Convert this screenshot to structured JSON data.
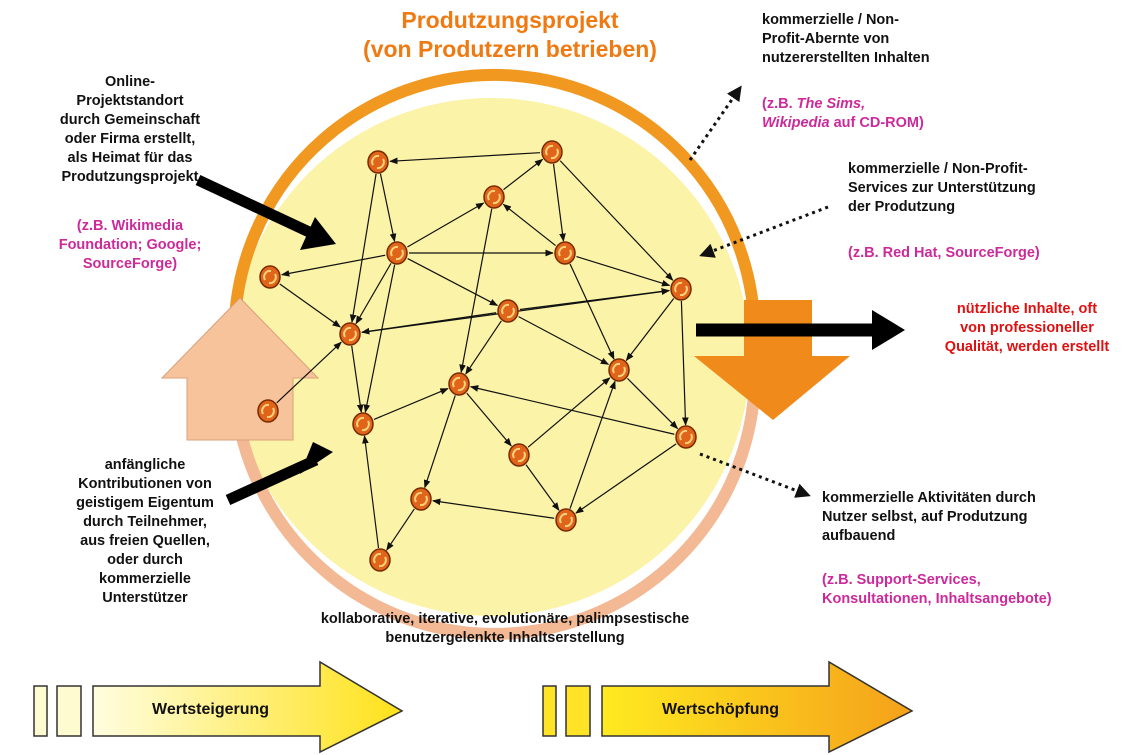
{
  "title": {
    "line1": "Produtzungsprojekt",
    "line2": "(von Produtzern betrieben)"
  },
  "labels": {
    "project_site": "Online-\nProjektstandort\ndurch Gemeinschaft\noder Firma erstellt,\nals Heimat für das\nProdutzungsprojekt",
    "project_site_examples": "(z.B. Wikimedia\nFoundation; Google;\nSourceForge)",
    "contributions": "anfängliche\nKontributionen von\ngeistigem Eigentum\ndurch Teilnehmer,\naus freien Quellen,\noder durch\nkommerzielle\nUnterstützer",
    "harvest": "kommerzielle / Non-\nProfit-Abernte von\nnutzererstellten Inhalten",
    "harvest_ex_1": "(z.B. ",
    "harvest_ex_2": "The Sims,",
    "harvest_ex_3": "Wikipedia",
    "harvest_ex_4": " auf CD-ROM)",
    "services": "kommerzielle / Non-Profit-\nServices  zur Unterstützung\nder Produtzung",
    "services_examples": "(z.B. Red Hat,  SourceForge)",
    "output": "nützliche Inhalte,  oft\nvon professioneller\nQualität, werden erstellt",
    "user_activities": "kommerzielle Aktivitäten durch\nNutzer selbst, auf Produtzung\naufbauend",
    "user_activities_examples": "(z.B. Support-Services,\nKonsultationen, Inhaltsangebote)",
    "process": "kollaborative, iterative, evolutionäre, palimpsestische\nbenutzergelenkte Inhaltserstellung"
  },
  "bottom_arrows": {
    "left": "Wertsteigerung",
    "right": "Wertschöpfung"
  },
  "colors": {
    "title": "#f07a12",
    "examples": "#cc2a9a",
    "output": "#e01010",
    "circle_fill": "#fbf3a8",
    "circle_ring_upper": "#f09820",
    "circle_ring_lower": "#f3b894",
    "up_arrow": "#f7c39a",
    "down_arrow": "#f08a1a",
    "yellow_arrow": "#ffe933",
    "node": "#e0641a"
  },
  "network": {
    "node_count": 18,
    "edge_count": 38
  }
}
